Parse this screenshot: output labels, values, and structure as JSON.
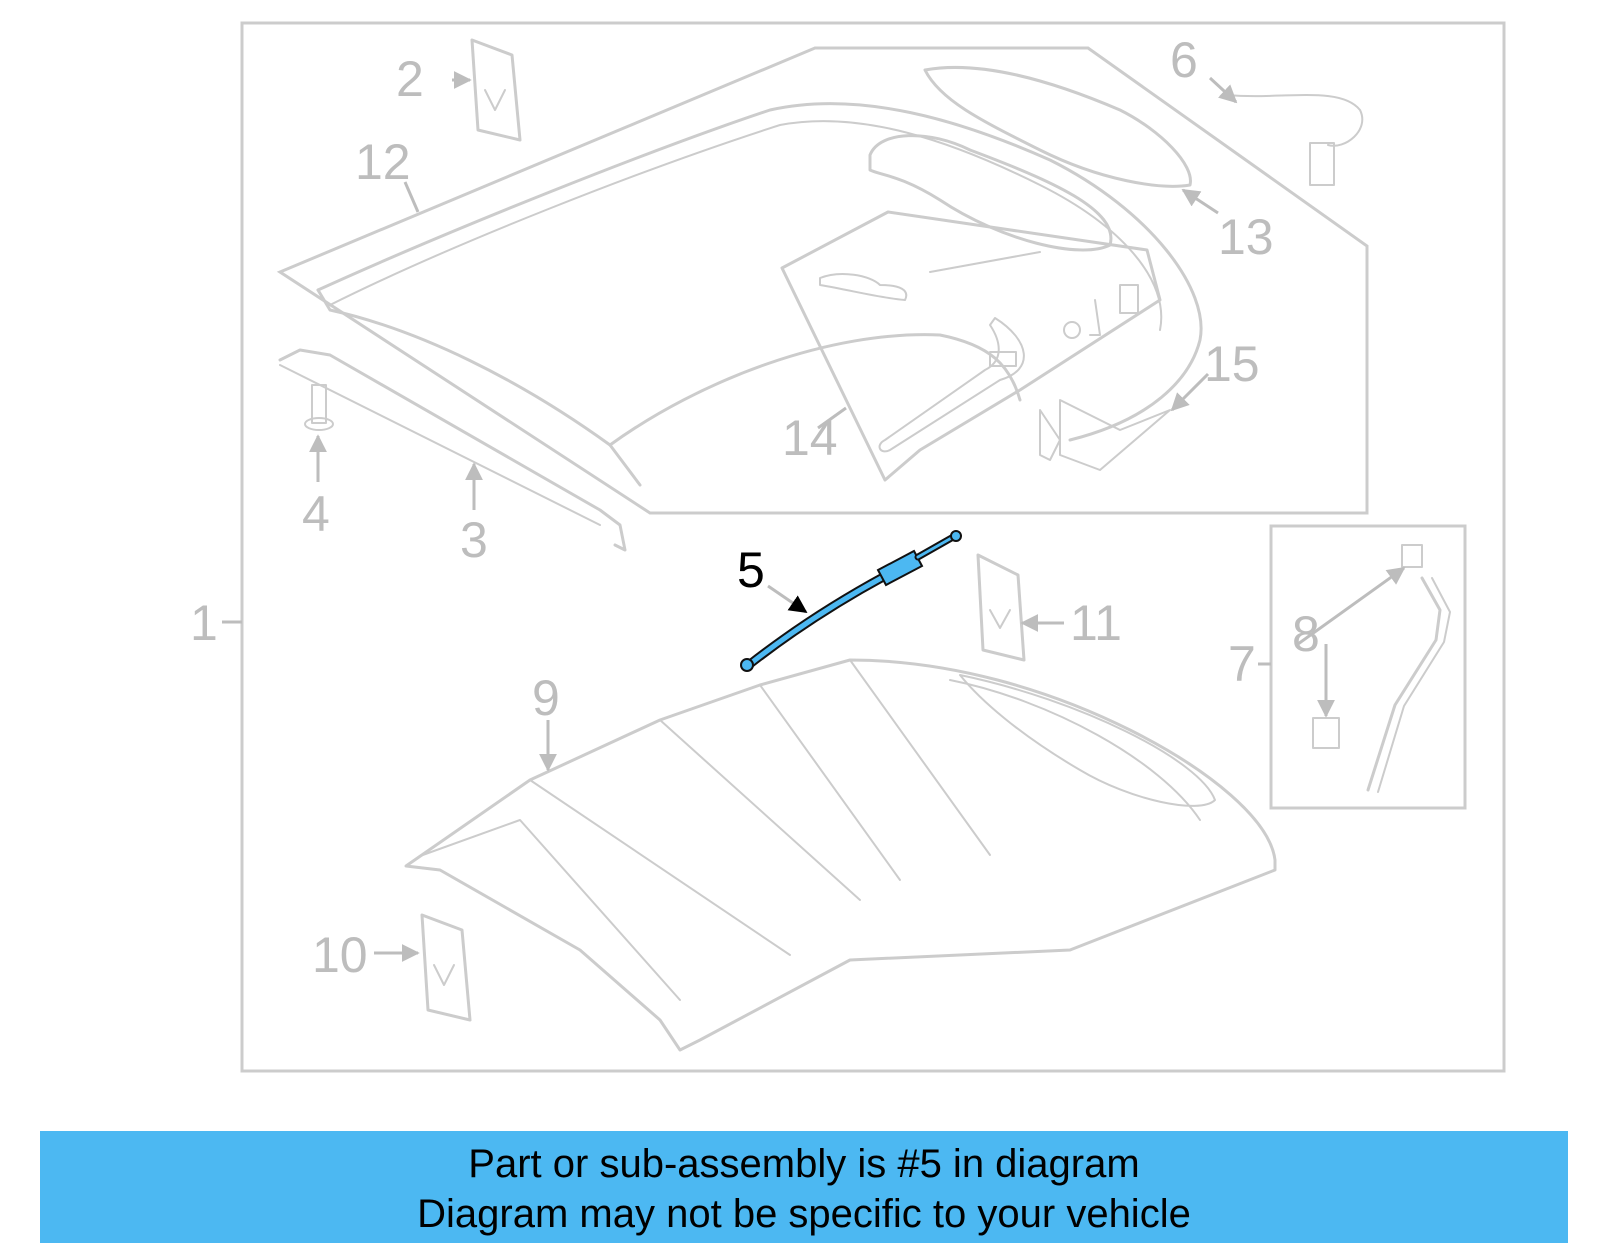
{
  "diagram": {
    "highlighted_part": "5",
    "colors": {
      "outline": "#cccccc",
      "callout": "#bdbdbd",
      "highlight": "#4cb8f2",
      "highlight_callout": "#000000"
    },
    "callouts": [
      {
        "id": "1",
        "text": "1"
      },
      {
        "id": "2",
        "text": "2"
      },
      {
        "id": "3",
        "text": "3"
      },
      {
        "id": "4",
        "text": "4"
      },
      {
        "id": "5",
        "text": "5"
      },
      {
        "id": "6",
        "text": "6"
      },
      {
        "id": "7",
        "text": "7"
      },
      {
        "id": "8",
        "text": "8"
      },
      {
        "id": "9",
        "text": "9"
      },
      {
        "id": "10",
        "text": "10"
      },
      {
        "id": "11",
        "text": "11"
      },
      {
        "id": "12",
        "text": "12"
      },
      {
        "id": "13",
        "text": "13"
      },
      {
        "id": "14",
        "text": "14"
      },
      {
        "id": "15",
        "text": "15"
      }
    ]
  },
  "banner": {
    "line1": "Part or sub-assembly is #5 in diagram",
    "line2": "Diagram may not be specific to your vehicle"
  }
}
